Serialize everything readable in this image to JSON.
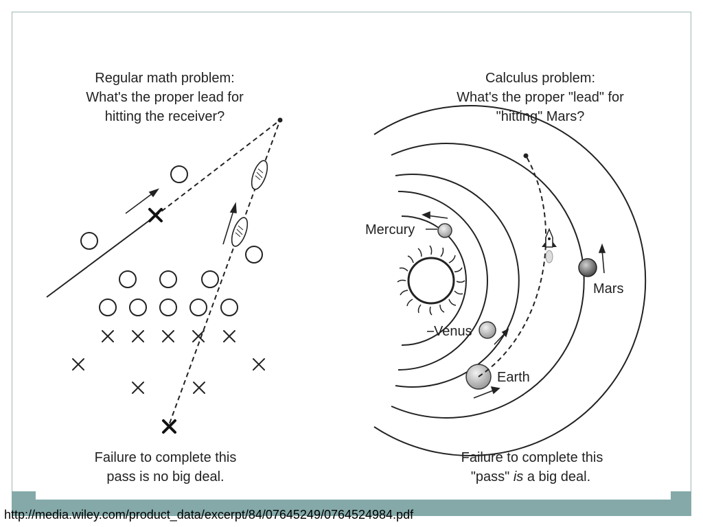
{
  "left_panel": {
    "question": [
      "Regular math problem:",
      "What's the proper lead for",
      "hitting the receiver?"
    ],
    "caption": [
      "Failure to complete this",
      "pass is no big deal."
    ]
  },
  "right_panel": {
    "question": [
      "Calculus problem:",
      "What's the proper \"lead\" for",
      "\"hitting\" Mars?"
    ],
    "caption_line1": "Failure to complete this",
    "caption_line2_before": "\"pass\" ",
    "caption_line2_italic": "is",
    "caption_line2_after": " a big deal.",
    "planets": {
      "mercury": "Mercury",
      "venus": "Venus",
      "earth": "Earth",
      "mars": "Mars"
    }
  },
  "footer": {
    "source": "http://media.wiley.com/product_data/excerpt/84/07645249/0764524984.pdf"
  },
  "colors": {
    "footer_band": "#85a9a9",
    "frame_border": "#9fb5b5",
    "ink": "#222222"
  }
}
